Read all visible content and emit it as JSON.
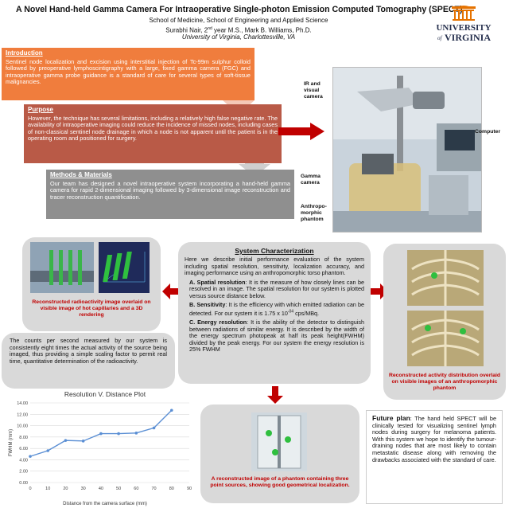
{
  "header": {
    "title": "A Novel Hand-held Gamma Camera For Intraoperative Single-photon Emission Computed Tomography (SPECT)",
    "school": "School of Medicine, School of Engineering and Applied Science",
    "authors": "Surabhi Nair, 2nd year M.S., Mark B. Williams, Ph.D.",
    "university": "University of Virginia, Charlottesville, VA",
    "logo_line1": "UNIVERSITY",
    "logo_line2": "VIRGINIA",
    "logo_of": "of"
  },
  "introduction": {
    "heading": "Introduction",
    "body": "Sentinel node localization and excision using interstitial injection of Tc-99m sulphur colloid followed by preoperative lymphoscintigraphy with a large, fixed gamma camera (FGC) and intraoperative gamma probe guidance is a standard of care for several types of soft-tissue malignancies."
  },
  "purpose": {
    "heading": "Purpose",
    "body": "However, the technique has several limitations, including a relatively high false negative rate. The availability of intraoperative imaging could reduce the incidence of missed nodes, including cases of non-classical sentinel node drainage in which a node is not apparent until the patient is in the operating room and positioned for surgery."
  },
  "methods": {
    "heading": "Methods & Materials",
    "body": "Our team has designed a novel intraoperative system incorporating a hand-held gamma camera for rapid 2-dimensional imaging followed by 3-dimensional image reconstruction and tracer reconstruction quantification."
  },
  "photo_labels": {
    "ir_camera": "IR and visual camera",
    "computer": "Computer",
    "gamma_camera": "Gamma camera",
    "phantom": "Anthropo-morphic phantom"
  },
  "characterization": {
    "heading": "System Characterization",
    "intro": "Here we describe initial performance evaluation of the system including spatial resolution, sensitivity, localization accuracy, and imaging performance using an anthropomorphic torso phantom.",
    "a_label": "A. Spatial resolution",
    "a_body": ": It is the measure of how closely lines can be resolved in an image. The spatial resolution for our system is plotted versus source distance below.",
    "b_label": "B. Sensitivity",
    "b_body": ": It is the efficiency with which emitted radiation can be detected. For our system it is 1.75 x 10-04 cps/MBq.",
    "c_label": "C. Energy resolution",
    "c_body": ": It is the ability of the detector to distinguish between radiations of similar energy. It is described by the width of the energy spectrum photopeak at half its peak height(FWHM) divided by the peak energy. For our system the energy resolution is 25% FWHM"
  },
  "captions": {
    "capillaries": "Reconstructed radioactivity image overlaid on visible image of hot capillaries and a 3D rendering",
    "torso": "Reconstructed activity distribution overlaid on visible images of an anthropomorphic phantom",
    "phantom_points": "A reconstructed image of a phantom containing three point sources, showing good geometrical localization."
  },
  "counts_text": "The counts per second measured by our system is consistently eight times the actual activity of the source being imaged, thus providing a simple scaling factor to permit real time, quantitative determination of the radioactivity.",
  "future": {
    "label": "Future plan",
    "body": ": The hand held SPECT will be clinically tested for visualizing sentinel lymph nodes during surgery for melanoma patients. With this system we hope to identify the tumour-draining nodes that are most likely to contain metastatic disease along with removing the drawbacks associated with the standard of care."
  },
  "chart_data": {
    "type": "line",
    "title": "Resolution V. Distance Plot",
    "xlabel": "Distance from the camera surface (mm)",
    "ylabel": "FWHM (mm)",
    "x": [
      0,
      10,
      20,
      30,
      40,
      50,
      60,
      70,
      80
    ],
    "values": [
      4.6,
      5.6,
      7.4,
      7.3,
      8.6,
      8.6,
      8.7,
      9.6,
      12.7
    ],
    "xlim": [
      0,
      90
    ],
    "ylim": [
      0,
      14
    ],
    "xticks": [
      "0",
      "10",
      "20",
      "30",
      "40",
      "50",
      "60",
      "70",
      "80",
      "90"
    ],
    "yticks": [
      "0.00",
      "2.00",
      "4.00",
      "6.00",
      "8.00",
      "10.00",
      "12.00",
      "14.00"
    ],
    "grid": true,
    "color": "#5b8fd4"
  },
  "colors": {
    "intro": "#f07d3d",
    "purpose": "#b95a47",
    "methods": "#8f8f8f",
    "arrow_red": "#c00000",
    "pale_arrow": "#f4c9b8"
  }
}
